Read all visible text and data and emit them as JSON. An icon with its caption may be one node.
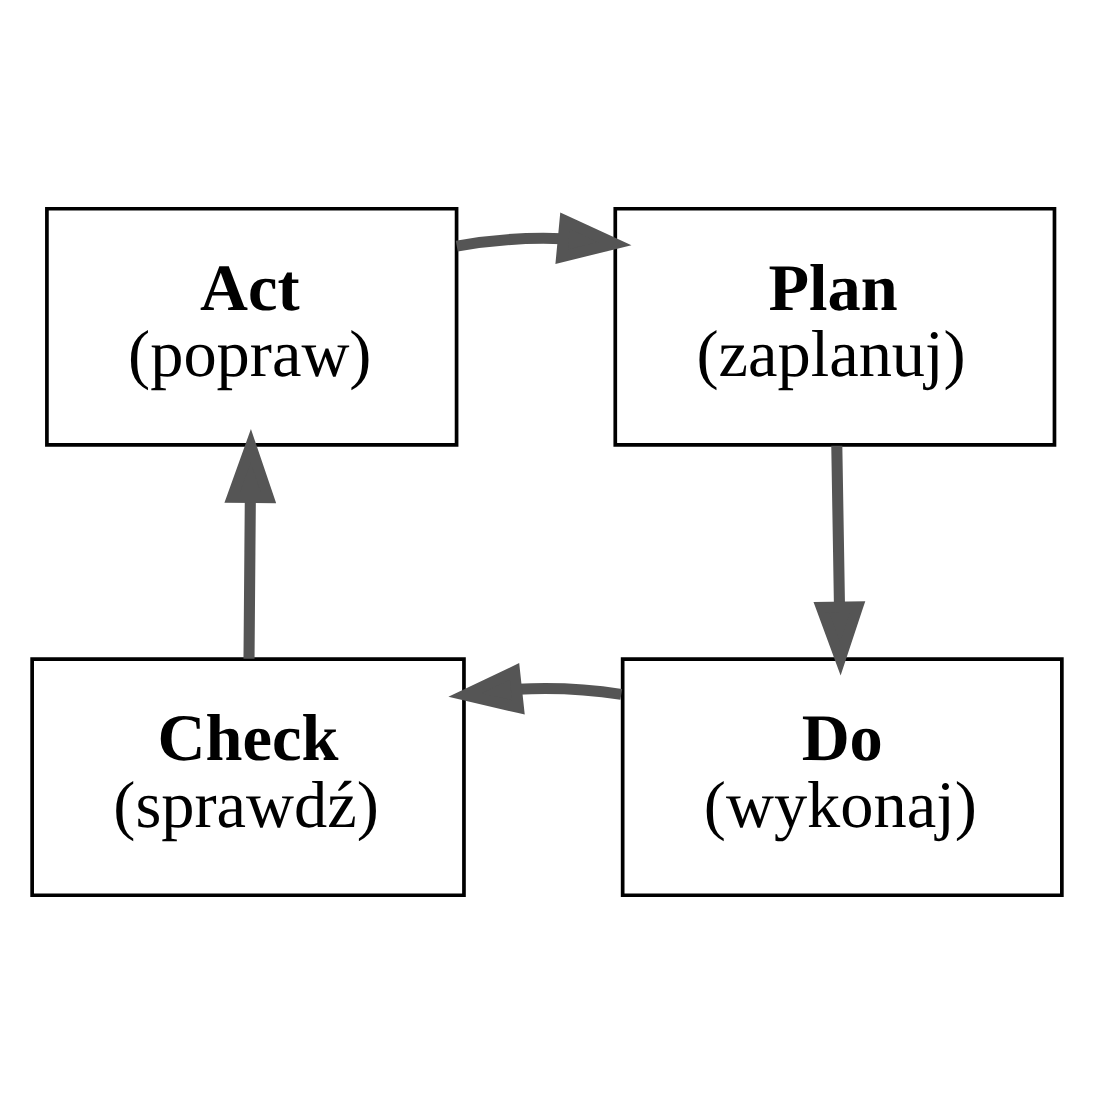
{
  "diagram": {
    "nodes": [
      {
        "text": [
          "Act",
          "(popraw)"
        ]
      },
      {
        "text": [
          "Plan",
          "(zaplanuj)"
        ]
      },
      {
        "text": [
          "Check",
          "(sprawdź)"
        ]
      },
      {
        "text": [
          "Do",
          "(wykonaj)"
        ]
      }
    ],
    "edges": [
      {
        "from": 0,
        "to": 1,
        "arrow": "to"
      },
      {
        "from": 1,
        "to": 3,
        "arrow": "to"
      },
      {
        "from": 3,
        "to": 2,
        "arrow": "to"
      },
      {
        "from": 2,
        "to": 0,
        "arrow": "to"
      }
    ]
  }
}
